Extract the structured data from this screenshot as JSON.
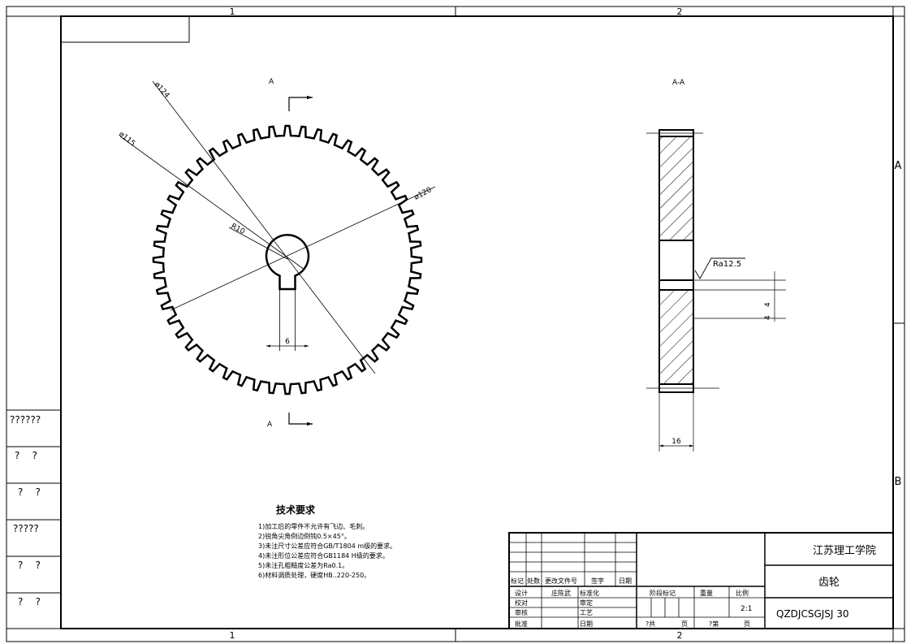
{
  "border": {
    "zones_top": [
      "1",
      "2"
    ],
    "zones_bottom": [
      "1",
      "2"
    ],
    "zones_right": [
      "A",
      "B"
    ]
  },
  "left_strip": [
    "??????",
    "?    ?",
    "?    ?",
    "?????",
    "?    ?",
    "?    ?"
  ],
  "gear_view": {
    "dims": {
      "d124": "ø124",
      "d115": "ø115",
      "d120": "ø120",
      "r10": "R10",
      "key_width": "6"
    },
    "section_letter_top": "A",
    "section_letter_bottom": "A"
  },
  "section_view": {
    "title": "A-A",
    "roughness": "Ra12.5",
    "dim_4a": "4",
    "dim_4b": "4",
    "width": "16"
  },
  "tech_requirements": {
    "title": "技术要求",
    "items": [
      "1)加工后的零件不允许有飞边、毛刺。",
      "2)锐角尖角倒边倒钝0.5×45°。",
      "3)未注尺寸公差应符合GB/T1804 m级的要求。",
      "4)未注形位公差应符合GB1184 H级的要求。",
      "5)未注孔粗糙度公差为Ra0.1。",
      "6)材料调质处理，硬度HB..220-250。"
    ]
  },
  "title_block": {
    "row_labels": [
      "标记",
      "处数",
      "更改文件号",
      "签字",
      "日期"
    ],
    "design_label": "设计",
    "designer": "庄陈武",
    "standardize_label": "标准化",
    "check_label": "校对",
    "review_label": "审定",
    "audit_label": "审核",
    "process_label": "工艺",
    "approve_label": "批准",
    "approve_label2": "日期",
    "stage_label": "阶段标记",
    "weight_label": "重量",
    "scale_label": "比例",
    "scale_value": "2:1",
    "sheets_total": "?共",
    "sheets_unit": "页",
    "sheet_no": "?第",
    "sheet_unit": "页",
    "school": "江苏理工学院",
    "part_name": "齿轮",
    "drawing_no": "QZDJCSGJSJ 30"
  }
}
